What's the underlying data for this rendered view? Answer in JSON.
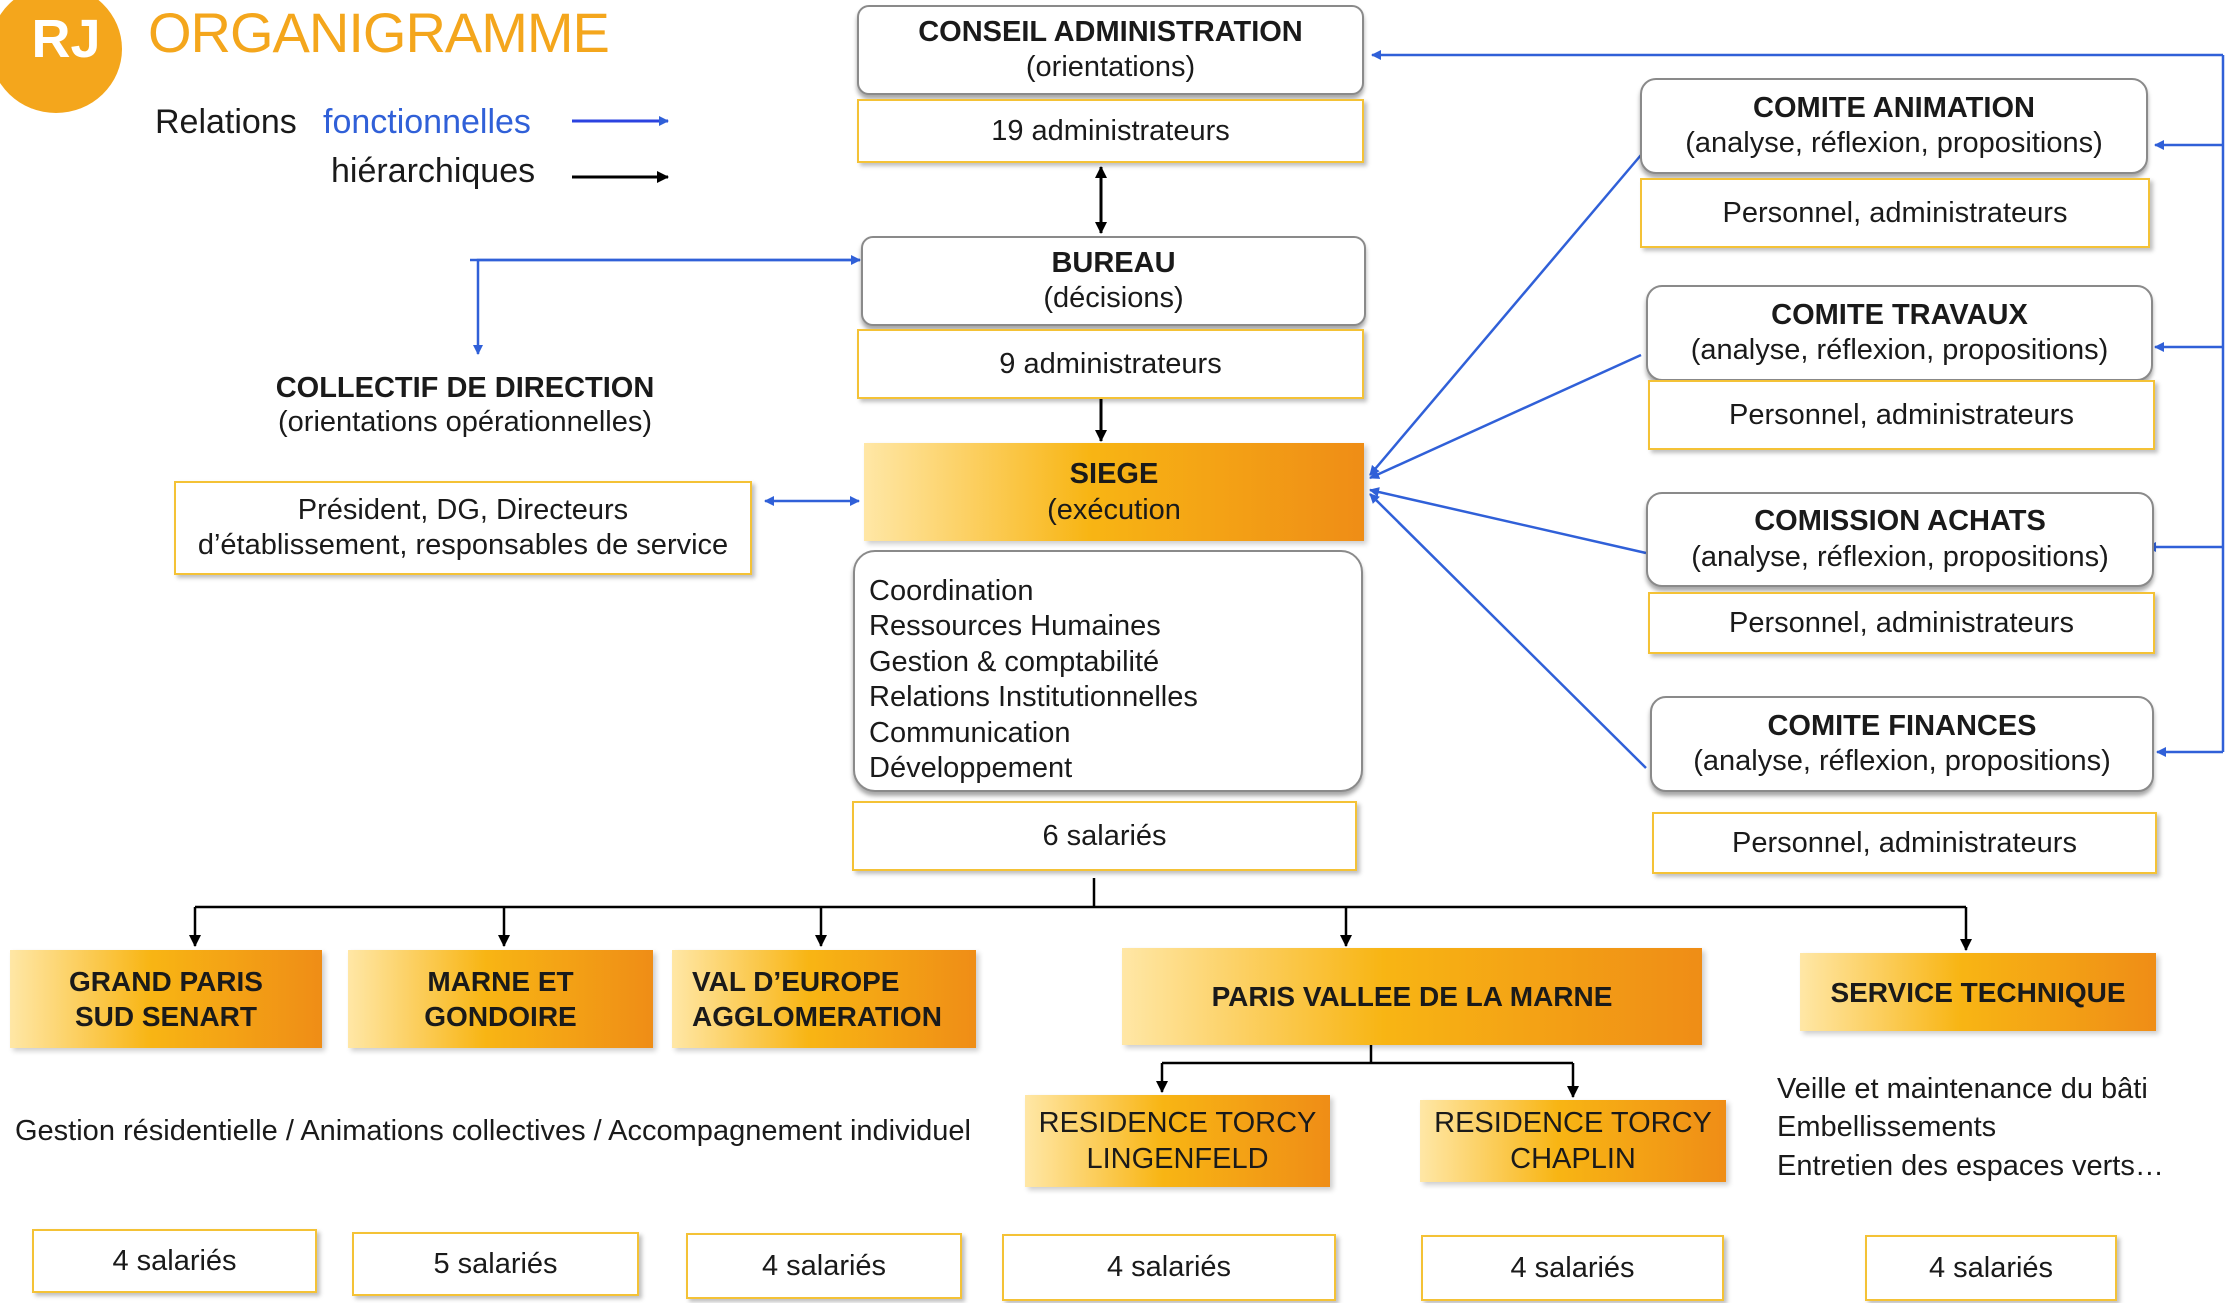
{
  "header": {
    "logo_text": "RJ",
    "title": "ORGANIGRAMME",
    "colors": {
      "title": "#f4a61c",
      "functional": "#3060d8",
      "hierarchical": "#000000",
      "box_border": "#f4c236"
    }
  },
  "legend": {
    "relations": "Relations",
    "functional": "fonctionnelles",
    "hierarchical": "hiérarchiques"
  },
  "conseil": {
    "title": "CONSEIL ADMINISTRATION",
    "sub": "(orientations)",
    "members": "19 administrateurs"
  },
  "bureau": {
    "title": "BUREAU",
    "sub": "(décisions)",
    "members": "9 administrateurs"
  },
  "collectif": {
    "title": "COLLECTIF DE DIRECTION",
    "sub": "(orientations opérationnelles)",
    "members_line1": "Président, DG, Directeurs",
    "members_line2": "d’établissement, responsables de service"
  },
  "siege": {
    "title": "SIEGE",
    "sub": "(exécution",
    "services": [
      "Coordination",
      "Ressources Humaines",
      "Gestion & comptabilité",
      "Relations Institutionnelles",
      "Communication",
      "Développement"
    ],
    "staff": "6 salariés"
  },
  "comites": [
    {
      "title": "COMITE ANIMATION",
      "sub": "(analyse, réflexion, propositions)",
      "members": "Personnel, administrateurs"
    },
    {
      "title": "COMITE TRAVAUX",
      "sub": "(analyse, réflexion, propositions)",
      "members": "Personnel, administrateurs"
    },
    {
      "title": "COMISSION ACHATS",
      "sub": "(analyse, réflexion, propositions)",
      "members": "Personnel, administrateurs"
    },
    {
      "title": "COMITE FINANCES",
      "sub": "(analyse, réflexion, propositions)",
      "members": "Personnel, administrateurs"
    }
  ],
  "territoires": [
    {
      "line1": "GRAND PARIS",
      "line2": "SUD SENART",
      "staff": "4 salariés"
    },
    {
      "line1": "MARNE ET",
      "line2": "GONDOIRE",
      "staff": "5 salariés"
    },
    {
      "line1": "VAL D’EUROPE",
      "line2": "AGGLOMERATION",
      "staff": "4 salariés"
    },
    {
      "line1": "PARIS VALLEE DE LA MARNE"
    },
    {
      "line1": "SERVICE TECHNIQUE",
      "staff": "4 salariés"
    }
  ],
  "residences": [
    {
      "line1": "RESIDENCE TORCY",
      "line2": "LINGENFELD",
      "staff": "4 salariés"
    },
    {
      "line1": "RESIDENCE TORCY",
      "line2": "CHAPLIN",
      "staff": "4 salariés"
    }
  ],
  "missions": "Gestion résidentielle / Animations collectives / Accompagnement individuel",
  "service_technique_tasks": [
    "Veille et maintenance du bâti",
    "Embellissements",
    "Entretien des espaces verts…"
  ]
}
